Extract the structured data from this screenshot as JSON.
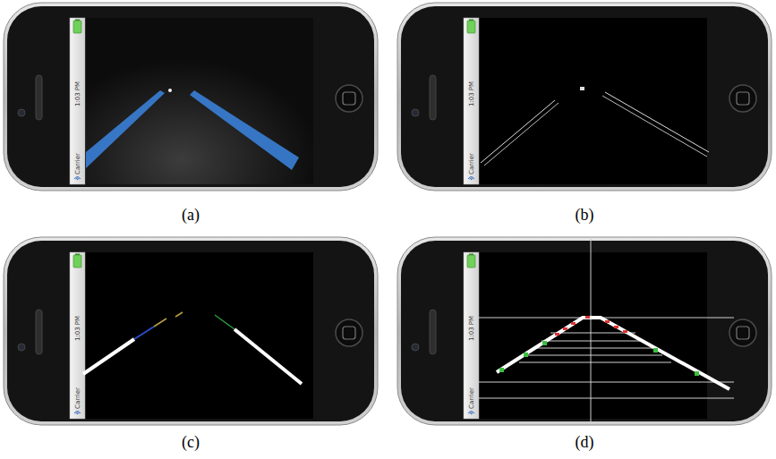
{
  "diagram": {
    "labels": [
      "1:03 PM",
      "Carrier",
      "1:03 PM",
      "Carrier",
      "(a)",
      "(b)",
      "1:03 PM",
      "Carrier",
      "1:03 PM",
      "Carrier",
      "(c)",
      "(d)"
    ]
  }
}
